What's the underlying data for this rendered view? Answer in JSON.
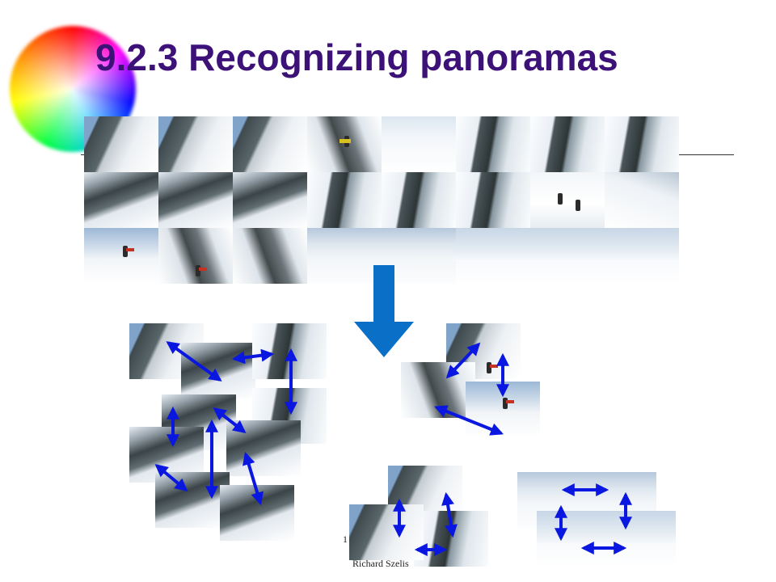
{
  "slide": {
    "title": "9.2.3 Recognizing panoramas",
    "page_number": "1",
    "credit": "Richard Szelis"
  },
  "colors": {
    "title": "#3c1278",
    "down_arrow": "#0a6fc7",
    "match_arrows": "#0a17e0"
  }
}
